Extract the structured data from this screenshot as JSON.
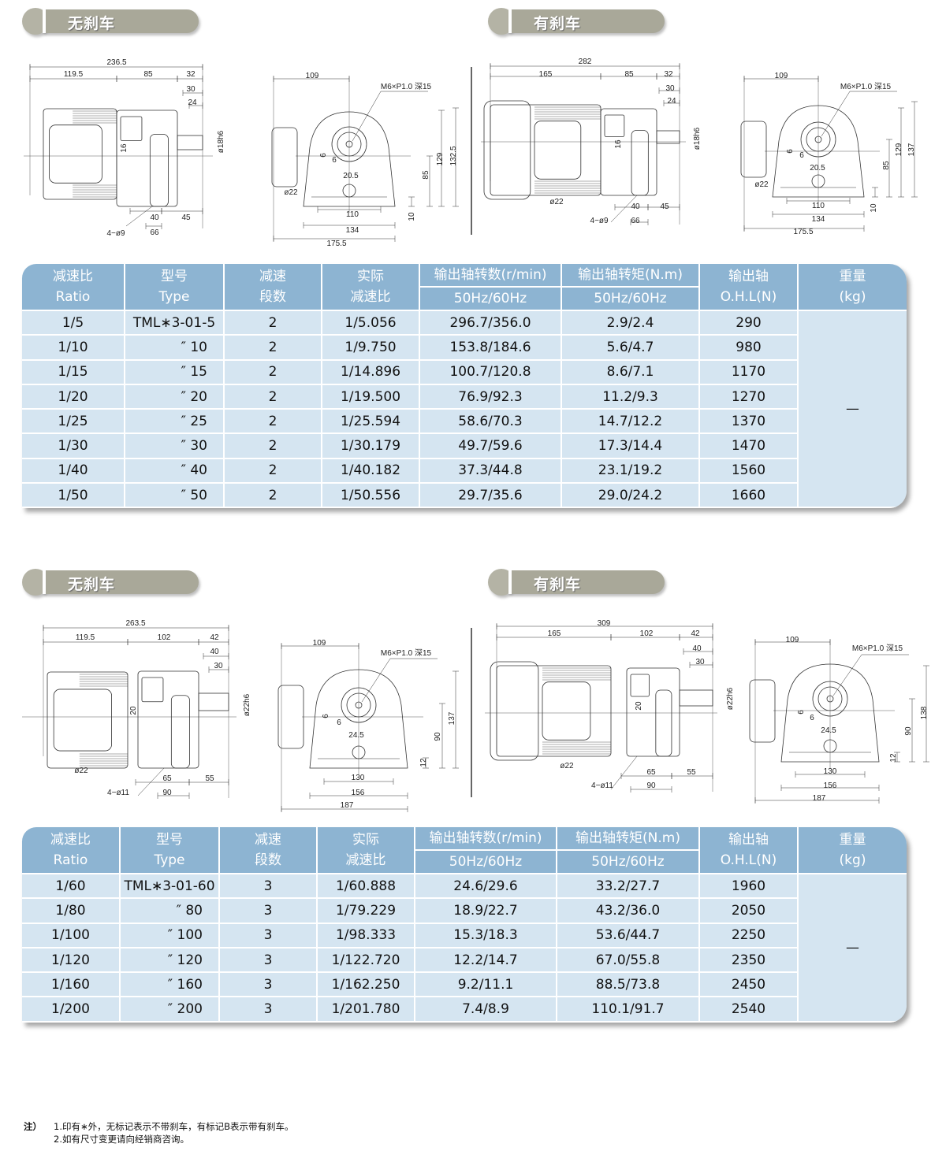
{
  "sections": [
    {
      "no_brake_title": "无刹车",
      "brake_title": "有刹车",
      "drawings": {
        "side_no_brake": [
          "236.5",
          "119.5",
          "85",
          "32",
          "30",
          "24",
          "ø18h6",
          "16",
          "40",
          "45",
          "66",
          "4−ø9"
        ],
        "front_no_brake": [
          "109",
          "M6×P1.0 深15",
          "6",
          "6",
          "20.5",
          "ø22",
          "129",
          "132.5",
          "85",
          "10",
          "110",
          "134",
          "175.5"
        ],
        "side_brake": [
          "282",
          "165",
          "85",
          "32",
          "30",
          "24",
          "ø18h6",
          "16",
          "ø22",
          "40",
          "45",
          "66",
          "4−ø9"
        ],
        "front_brake": [
          "109",
          "M6×P1.0 深15",
          "6",
          "6",
          "20.5",
          "ø22",
          "129",
          "137",
          "85",
          "10",
          "110",
          "134",
          "175.5"
        ]
      }
    },
    {
      "no_brake_title": "无刹车",
      "brake_title": "有刹车",
      "drawings": {
        "side_no_brake": [
          "263.5",
          "119.5",
          "102",
          "42",
          "40",
          "30",
          "ø22h6",
          "20",
          "ø22",
          "65",
          "55",
          "90",
          "4−ø11"
        ],
        "front_no_brake": [
          "109",
          "M6×P1.0 深15",
          "6",
          "6",
          "24.5",
          "137",
          "90",
          "12",
          "130",
          "156",
          "187"
        ],
        "side_brake": [
          "309",
          "165",
          "102",
          "42",
          "40",
          "30",
          "ø22h6",
          "20",
          "ø22",
          "65",
          "55",
          "90",
          "4−ø11"
        ],
        "front_brake": [
          "109",
          "M6×P1.0 深15",
          "6",
          "6",
          "24.5",
          "138",
          "90",
          "12",
          "130",
          "156",
          "187"
        ]
      }
    }
  ],
  "table_headers": {
    "ratio": [
      "减速比",
      "Ratio"
    ],
    "type": [
      "型号",
      "Type"
    ],
    "stages": [
      "减速",
      "段数"
    ],
    "actual": [
      "实际",
      "减速比"
    ],
    "speed": "输出轴转数(r/min)",
    "torque": "输出轴转矩(N.m)",
    "freq": "50Hz/60Hz",
    "ohl": [
      "输出轴",
      "O.H.L(N)"
    ],
    "weight": [
      "重量",
      "(kg)"
    ]
  },
  "tables": [
    {
      "weight": "—",
      "rows": [
        [
          "1/5",
          "TML∗3-01-5",
          "2",
          "1/5.056",
          "296.7/356.0",
          "2.9/2.4",
          "290"
        ],
        [
          "1/10",
          "″  10",
          "2",
          "1/9.750",
          "153.8/184.6",
          "5.6/4.7",
          "980"
        ],
        [
          "1/15",
          "″  15",
          "2",
          "1/14.896",
          "100.7/120.8",
          "8.6/7.1",
          "1170"
        ],
        [
          "1/20",
          "″  20",
          "2",
          "1/19.500",
          "76.9/92.3",
          "11.2/9.3",
          "1270"
        ],
        [
          "1/25",
          "″  25",
          "2",
          "1/25.594",
          "58.6/70.3",
          "14.7/12.2",
          "1370"
        ],
        [
          "1/30",
          "″  30",
          "2",
          "1/30.179",
          "49.7/59.6",
          "17.3/14.4",
          "1470"
        ],
        [
          "1/40",
          "″  40",
          "2",
          "1/40.182",
          "37.3/44.8",
          "23.1/19.2",
          "1560"
        ],
        [
          "1/50",
          "″  50",
          "2",
          "1/50.556",
          "29.7/35.6",
          "29.0/24.2",
          "1660"
        ]
      ]
    },
    {
      "weight": "—",
      "rows": [
        [
          "1/60",
          "TML∗3-01-60",
          "3",
          "1/60.888",
          "24.6/29.6",
          "33.2/27.7",
          "1960"
        ],
        [
          "1/80",
          "″  80",
          "3",
          "1/79.229",
          "18.9/22.7",
          "43.2/36.0",
          "2050"
        ],
        [
          "1/100",
          "″  100",
          "3",
          "1/98.333",
          "15.3/18.3",
          "53.6/44.7",
          "2250"
        ],
        [
          "1/120",
          "″  120",
          "3",
          "1/122.720",
          "12.2/14.7",
          "67.0/55.8",
          "2350"
        ],
        [
          "1/160",
          "″  160",
          "3",
          "1/162.250",
          "9.2/11.1",
          "88.5/73.8",
          "2450"
        ],
        [
          "1/200",
          "″  200",
          "3",
          "1/201.780",
          "7.4/8.9",
          "110.1/91.7",
          "2540"
        ]
      ]
    }
  ],
  "notes": {
    "label": "注）",
    "items": [
      "1.印有∗外，无标记表示不带刹车，有标记B表示带有刹车。",
      "2.如有尺寸变更请向经销商咨询。"
    ]
  },
  "colors": {
    "header": "#8db4d2",
    "row": "#d5e5f1",
    "pill": "#a9a899"
  }
}
